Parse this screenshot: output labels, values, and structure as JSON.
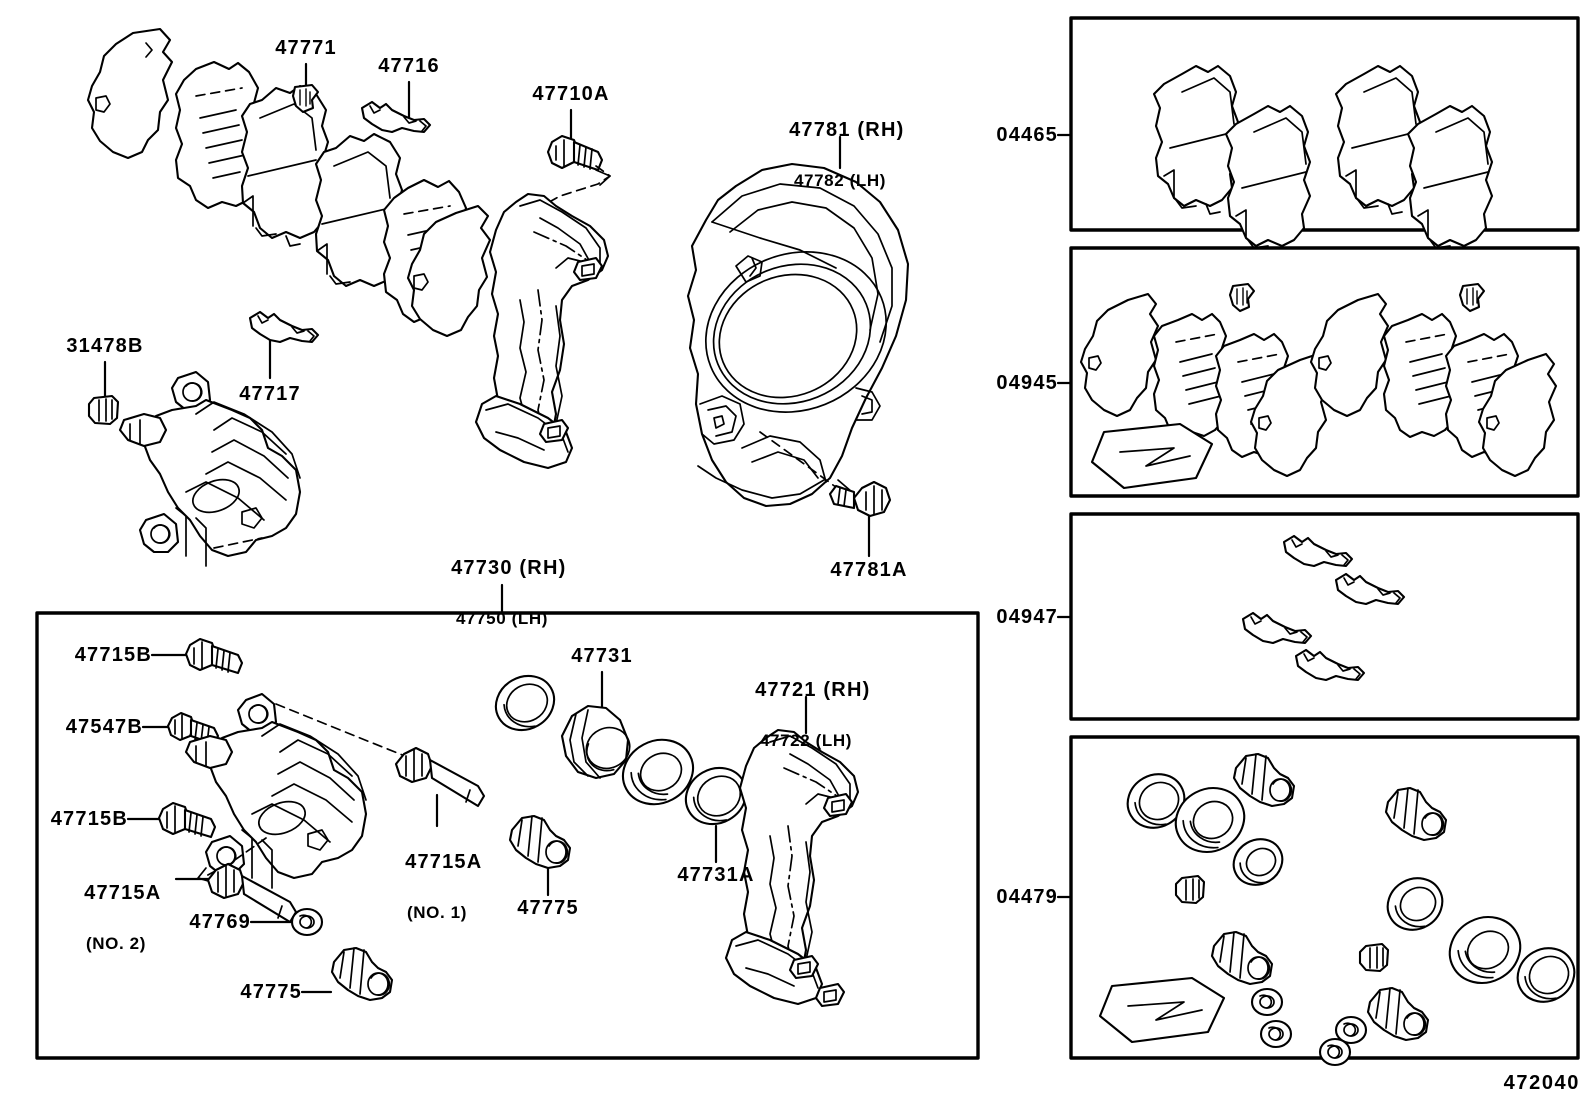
{
  "diagram": {
    "id": "472040",
    "title_kind": "front-brake-caliper-exploded-parts-diagram"
  },
  "left_callouts": [
    {
      "key": "c_47771",
      "text": "47771"
    },
    {
      "key": "c_47716",
      "text": "47716"
    },
    {
      "key": "c_47710a",
      "text": "47710A"
    },
    {
      "key": "c_47781",
      "text": "47781 (RH)",
      "sub": "47782 (LH)"
    },
    {
      "key": "c_31478b",
      "text": "31478B"
    },
    {
      "key": "c_47717",
      "text": "47717"
    },
    {
      "key": "c_47781a",
      "text": "47781A"
    },
    {
      "key": "c_47730",
      "text": "47730 (RH)",
      "sub": "47750 (LH)"
    }
  ],
  "panel_callouts": [
    {
      "key": "p_47715b_1",
      "text": "47715B"
    },
    {
      "key": "p_47547b",
      "text": "47547B"
    },
    {
      "key": "p_47715b_2",
      "text": "47715B"
    },
    {
      "key": "p_47715a_2",
      "text": "47715A",
      "sub": "(NO. 2)"
    },
    {
      "key": "p_47769",
      "text": "47769"
    },
    {
      "key": "p_47775_a",
      "text": "47775"
    },
    {
      "key": "p_47715a_1",
      "text": "47715A",
      "sub": "(NO. 1)"
    },
    {
      "key": "p_47731",
      "text": "47731"
    },
    {
      "key": "p_47775_b",
      "text": "47775"
    },
    {
      "key": "p_47731a",
      "text": "47731A"
    },
    {
      "key": "p_47721",
      "text": "47721 (RH)",
      "sub": "47722 (LH)"
    }
  ],
  "kits": [
    {
      "key": "k_04465",
      "number": "04465",
      "contents": "front-disc-brake-pad-kit"
    },
    {
      "key": "k_04945",
      "number": "04945",
      "contents": "pad-shim-and-grease-kit"
    },
    {
      "key": "k_04947",
      "number": "04947",
      "contents": "pad-support-plate-fitting-kit"
    },
    {
      "key": "k_04479",
      "number": "04479",
      "contents": "caliper-seal-boot-overhaul-kit"
    }
  ]
}
